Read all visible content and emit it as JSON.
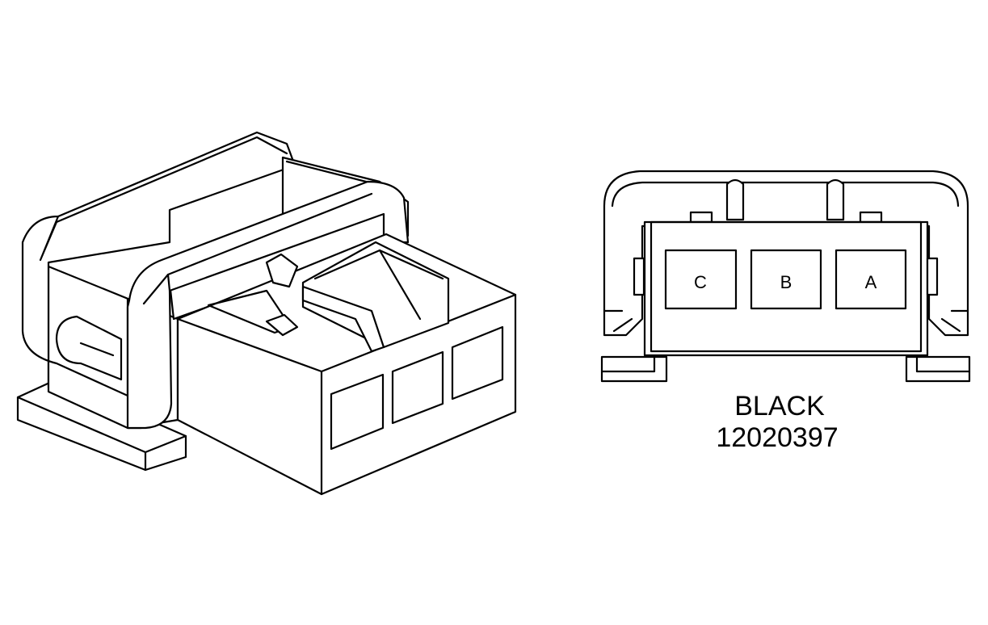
{
  "connector": {
    "color_label": "BLACK",
    "part_number": "12020397",
    "terminals": [
      "C",
      "B",
      "A"
    ]
  }
}
